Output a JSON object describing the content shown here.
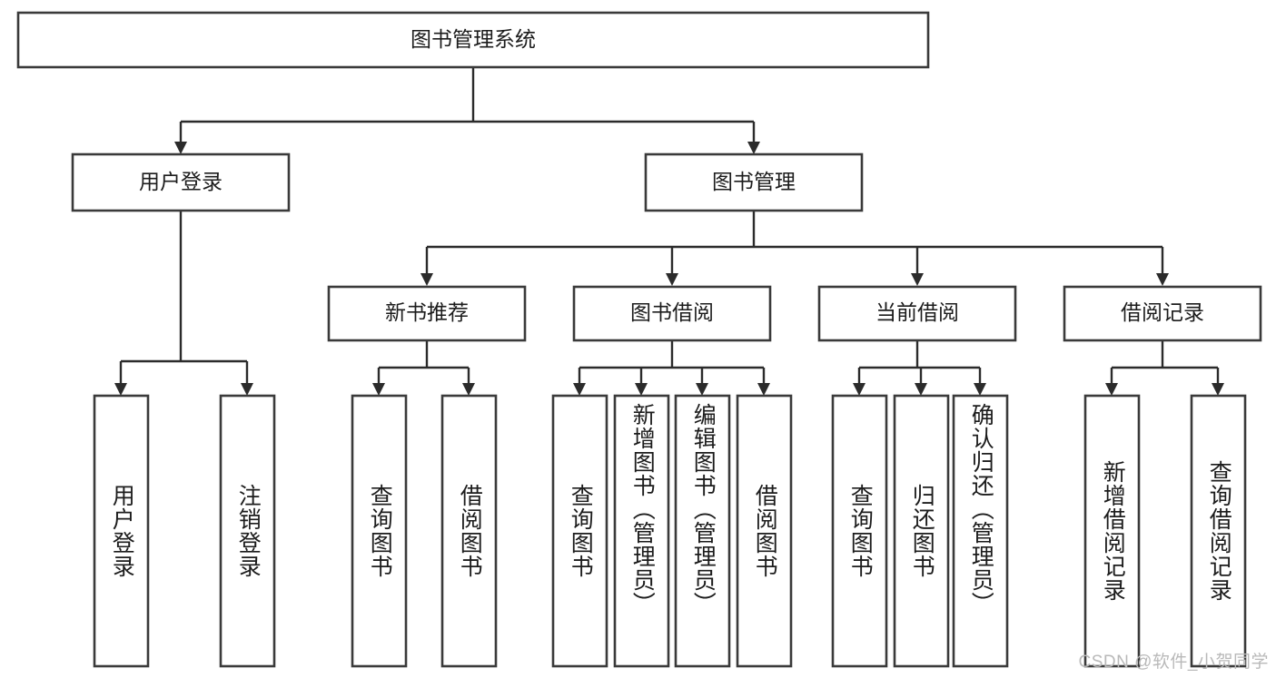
{
  "diagram": {
    "type": "tree",
    "title": "图书管理系统",
    "watermark": "CSDN @软件_小贺同学",
    "colors": {
      "box_stroke": "#3a3a3a",
      "connector": "#2b2b2b",
      "background": "#ffffff",
      "text": "#1c1c1c",
      "watermark": "#b9b9b9"
    },
    "levels": {
      "root": {
        "label": "图书管理系统"
      },
      "level2": [
        {
          "id": "user-login",
          "label": "用户登录"
        },
        {
          "id": "book-management",
          "label": "图书管理"
        }
      ],
      "level3": [
        {
          "id": "new-book-recommend",
          "label": "新书推荐",
          "parent": "book-management"
        },
        {
          "id": "book-borrow",
          "label": "图书借阅",
          "parent": "book-management"
        },
        {
          "id": "current-borrow",
          "label": "当前借阅",
          "parent": "book-management"
        },
        {
          "id": "borrow-record",
          "label": "借阅记录",
          "parent": "book-management"
        }
      ],
      "leaves": [
        {
          "id": "leaf-user-login",
          "label": "用户登录",
          "parent": "user-login"
        },
        {
          "id": "leaf-logout",
          "label": "注销登录",
          "parent": "user-login"
        },
        {
          "id": "leaf-query-book-1",
          "label": "查询图书",
          "parent": "new-book-recommend"
        },
        {
          "id": "leaf-borrow-book-1",
          "label": "借阅图书",
          "parent": "new-book-recommend"
        },
        {
          "id": "leaf-query-book-2",
          "label": "查询图书",
          "parent": "book-borrow"
        },
        {
          "id": "leaf-add-book",
          "label": "新增图书（管理员）",
          "parent": "book-borrow"
        },
        {
          "id": "leaf-edit-book",
          "label": "编辑图书（管理员）",
          "parent": "book-borrow"
        },
        {
          "id": "leaf-borrow-book-2",
          "label": "借阅图书",
          "parent": "book-borrow"
        },
        {
          "id": "leaf-query-book-3",
          "label": "查询图书",
          "parent": "current-borrow"
        },
        {
          "id": "leaf-return-book",
          "label": "归还图书",
          "parent": "current-borrow"
        },
        {
          "id": "leaf-confirm-return",
          "label": "确认归还（管理员）",
          "parent": "current-borrow"
        },
        {
          "id": "leaf-add-record",
          "label": "新增借阅记录",
          "parent": "borrow-record"
        },
        {
          "id": "leaf-query-record",
          "label": "查询借阅记录",
          "parent": "borrow-record"
        }
      ]
    }
  }
}
